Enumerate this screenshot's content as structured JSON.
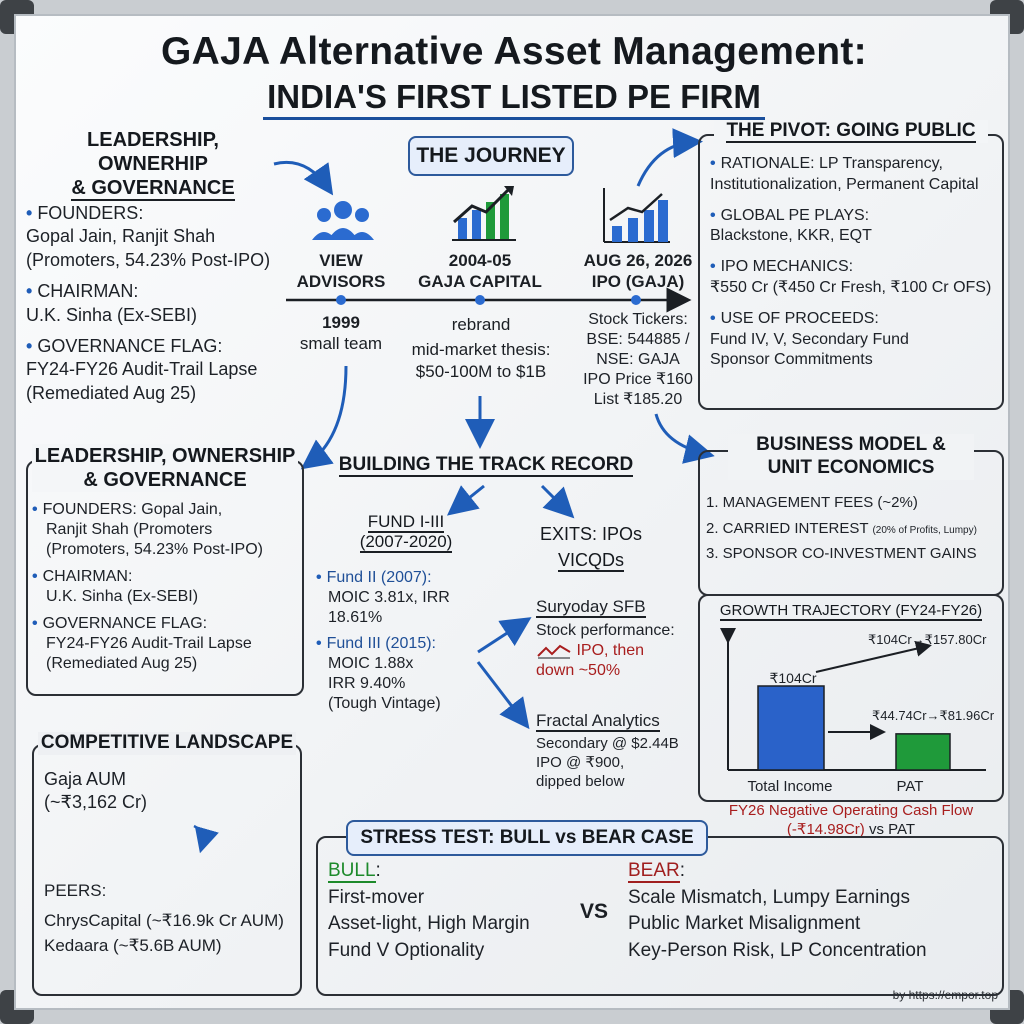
{
  "title": {
    "line1": "GAJA Alternative Asset Management:",
    "line2": "INDIA'S FIRST LISTED PE FIRM"
  },
  "leadership_top": {
    "header_line1": "LEADERSHIP, OWNERHIP",
    "header_line2": "& GOVERNANCE",
    "founders_label": "FOUNDERS:",
    "founders_line1": "Gopal Jain, Ranjit Shah",
    "founders_line2": "(Promoters, 54.23% Post-IPO)",
    "chairman_label": "CHAIRMAN:",
    "chairman_value": "U.K. Sinha (Ex-SEBI)",
    "gov_label": "GOVERNANCE FLAG:",
    "gov_line1": "FY24-FY26 Audit-Trail Lapse",
    "gov_line2": "(Remediated Aug 25)"
  },
  "journey": {
    "header": "THE JOURNEY",
    "milestones": [
      {
        "title1": "VIEW",
        "title2": "ADVISORS",
        "sub1": "1999",
        "sub2": "small team"
      },
      {
        "title1": "2004-05",
        "title2": "GAJA CAPITAL",
        "sub1": "rebrand",
        "sub2": "mid-market thesis:",
        "sub3": "$50-100M to $1B"
      },
      {
        "title1": "AUG 26, 2026",
        "title2": "IPO (GAJA)",
        "sub1": "Stock Tickers:",
        "sub2": "BSE: 544885 /",
        "sub3": "NSE: GAJA",
        "sub4": "IPO Price ₹160",
        "sub5": "List ₹185.20"
      }
    ]
  },
  "pivot": {
    "header": "THE PIVOT: GOING PUBLIC",
    "items": [
      {
        "label": "RATIONALE: LP Transparency,",
        "line": "Institutionalization, Permanent Capital"
      },
      {
        "label": "GLOBAL PE PLAYS:",
        "line": "Blackstone, KKR, EQT"
      },
      {
        "label": "IPO MECHANICS:",
        "line": "₹550 Cr (₹450 Cr Fresh, ₹100 Cr OFS)"
      },
      {
        "label": "USE OF PROCEEDS:",
        "line": "Fund IV, V, Secondary Fund",
        "line2": "Sponsor Commitments"
      }
    ]
  },
  "leadership_box": {
    "header_line1": "LEADERSHIP, OWNERSHIP",
    "header_line2": "& GOVERNANCE",
    "founders_line1": "FOUNDERS:  Gopal Jain,",
    "founders_line2": "Ranjit Shah (Promoters",
    "founders_line3": "(Promoters, 54.23% Post-IPO)",
    "chairman_label": "CHAIRMAN:",
    "chairman_value": "U.K. Sinha (Ex-SEBI)",
    "gov_label": "GOVERNANCE FLAG:",
    "gov_line1": "FY24-FY26 Audit-Trail Lapse",
    "gov_line2": "(Remediated Aug 25)"
  },
  "track_record": {
    "header": "BUILDING THE TRACK RECORD",
    "funds_header1": "FUND I-III",
    "funds_header2": "(2007-2020)",
    "fund2_label": "Fund II (2007):",
    "fund2_line": "MOIC 3.81x, IRR 18.61%",
    "fund3_label": "Fund III (2015):",
    "fund3_line1": "MOIC 1.88x",
    "fund3_line2": "IRR 9.40%",
    "fund3_line3": "(Tough Vintage)",
    "exits_header1": "EXITS: IPOs",
    "exits_header2": "VICQDs",
    "suryoday_title": "Suryoday SFB",
    "suryoday_line1": "Stock performance:",
    "suryoday_line2": "IPO, then",
    "suryoday_line3": "down ~50%",
    "fractal_title": "Fractal Analytics",
    "fractal_line1": "Secondary @ $2.44B",
    "fractal_line2": "IPO @ ₹900,",
    "fractal_line3": "dipped below"
  },
  "business_model": {
    "header_line1": "BUSINESS MODEL &",
    "header_line2": "UNIT ECONOMICS",
    "item1": "1. MANAGEMENT FEES (~2%)",
    "item2": "2. CARRIED INTEREST",
    "item2_note": "(20% of Profits, Lumpy)",
    "item3": "3. SPONSOR CO-INVESTMENT GAINS"
  },
  "growth": {
    "header": "GROWTH TRAJECTORY (FY24-FY26)",
    "income_label": "₹104Cr",
    "income_arrow_label": "₹104Cr→₹157.80Cr",
    "pat_arrow_label": "₹44.74Cr→₹81.96Cr",
    "x_label_income": "Total Income",
    "x_label_pat": "PAT",
    "note_line1": "FY26 Negative Operating Cash Flow",
    "note_line2a": "(-₹14.98Cr)",
    "note_line2b": " vs PAT"
  },
  "chart_data": {
    "type": "bar",
    "title": "GROWTH TRAJECTORY (FY24-FY26)",
    "categories": [
      "Total Income",
      "PAT"
    ],
    "values": [
      104,
      44.74
    ],
    "colors": [
      "#2a62c9",
      "#1f9a3a"
    ]
  },
  "competitive": {
    "header": "COMPETITIVE LANDSCAPE",
    "aum_line1": "Gaja AUM",
    "aum_line2": "(~₹3,162 Cr)",
    "peers_label": "PEERS:",
    "peer1": "ChrysCapital (~₹16.9k Cr AUM)",
    "peer2": "Kedaara (~₹5.6B AUM)"
  },
  "stress": {
    "header": "STRESS TEST: BULL vs BEAR CASE",
    "bull_label": "BULL",
    "bull_items": [
      "First-mover",
      "Asset-light, High Margin",
      "Fund V Optionality"
    ],
    "vs": "VS",
    "bear_label": "BEAR",
    "bear_items": [
      "Scale Mismatch, Lumpy Earnings",
      "Public Market Misalignment",
      "Key-Person Risk, LP Concentration"
    ]
  },
  "footer": "by https://empor.top",
  "colors": {
    "accent_blue": "#1f5db8",
    "bear_red": "#a01f1f",
    "bull_green": "#1d8a2b"
  }
}
